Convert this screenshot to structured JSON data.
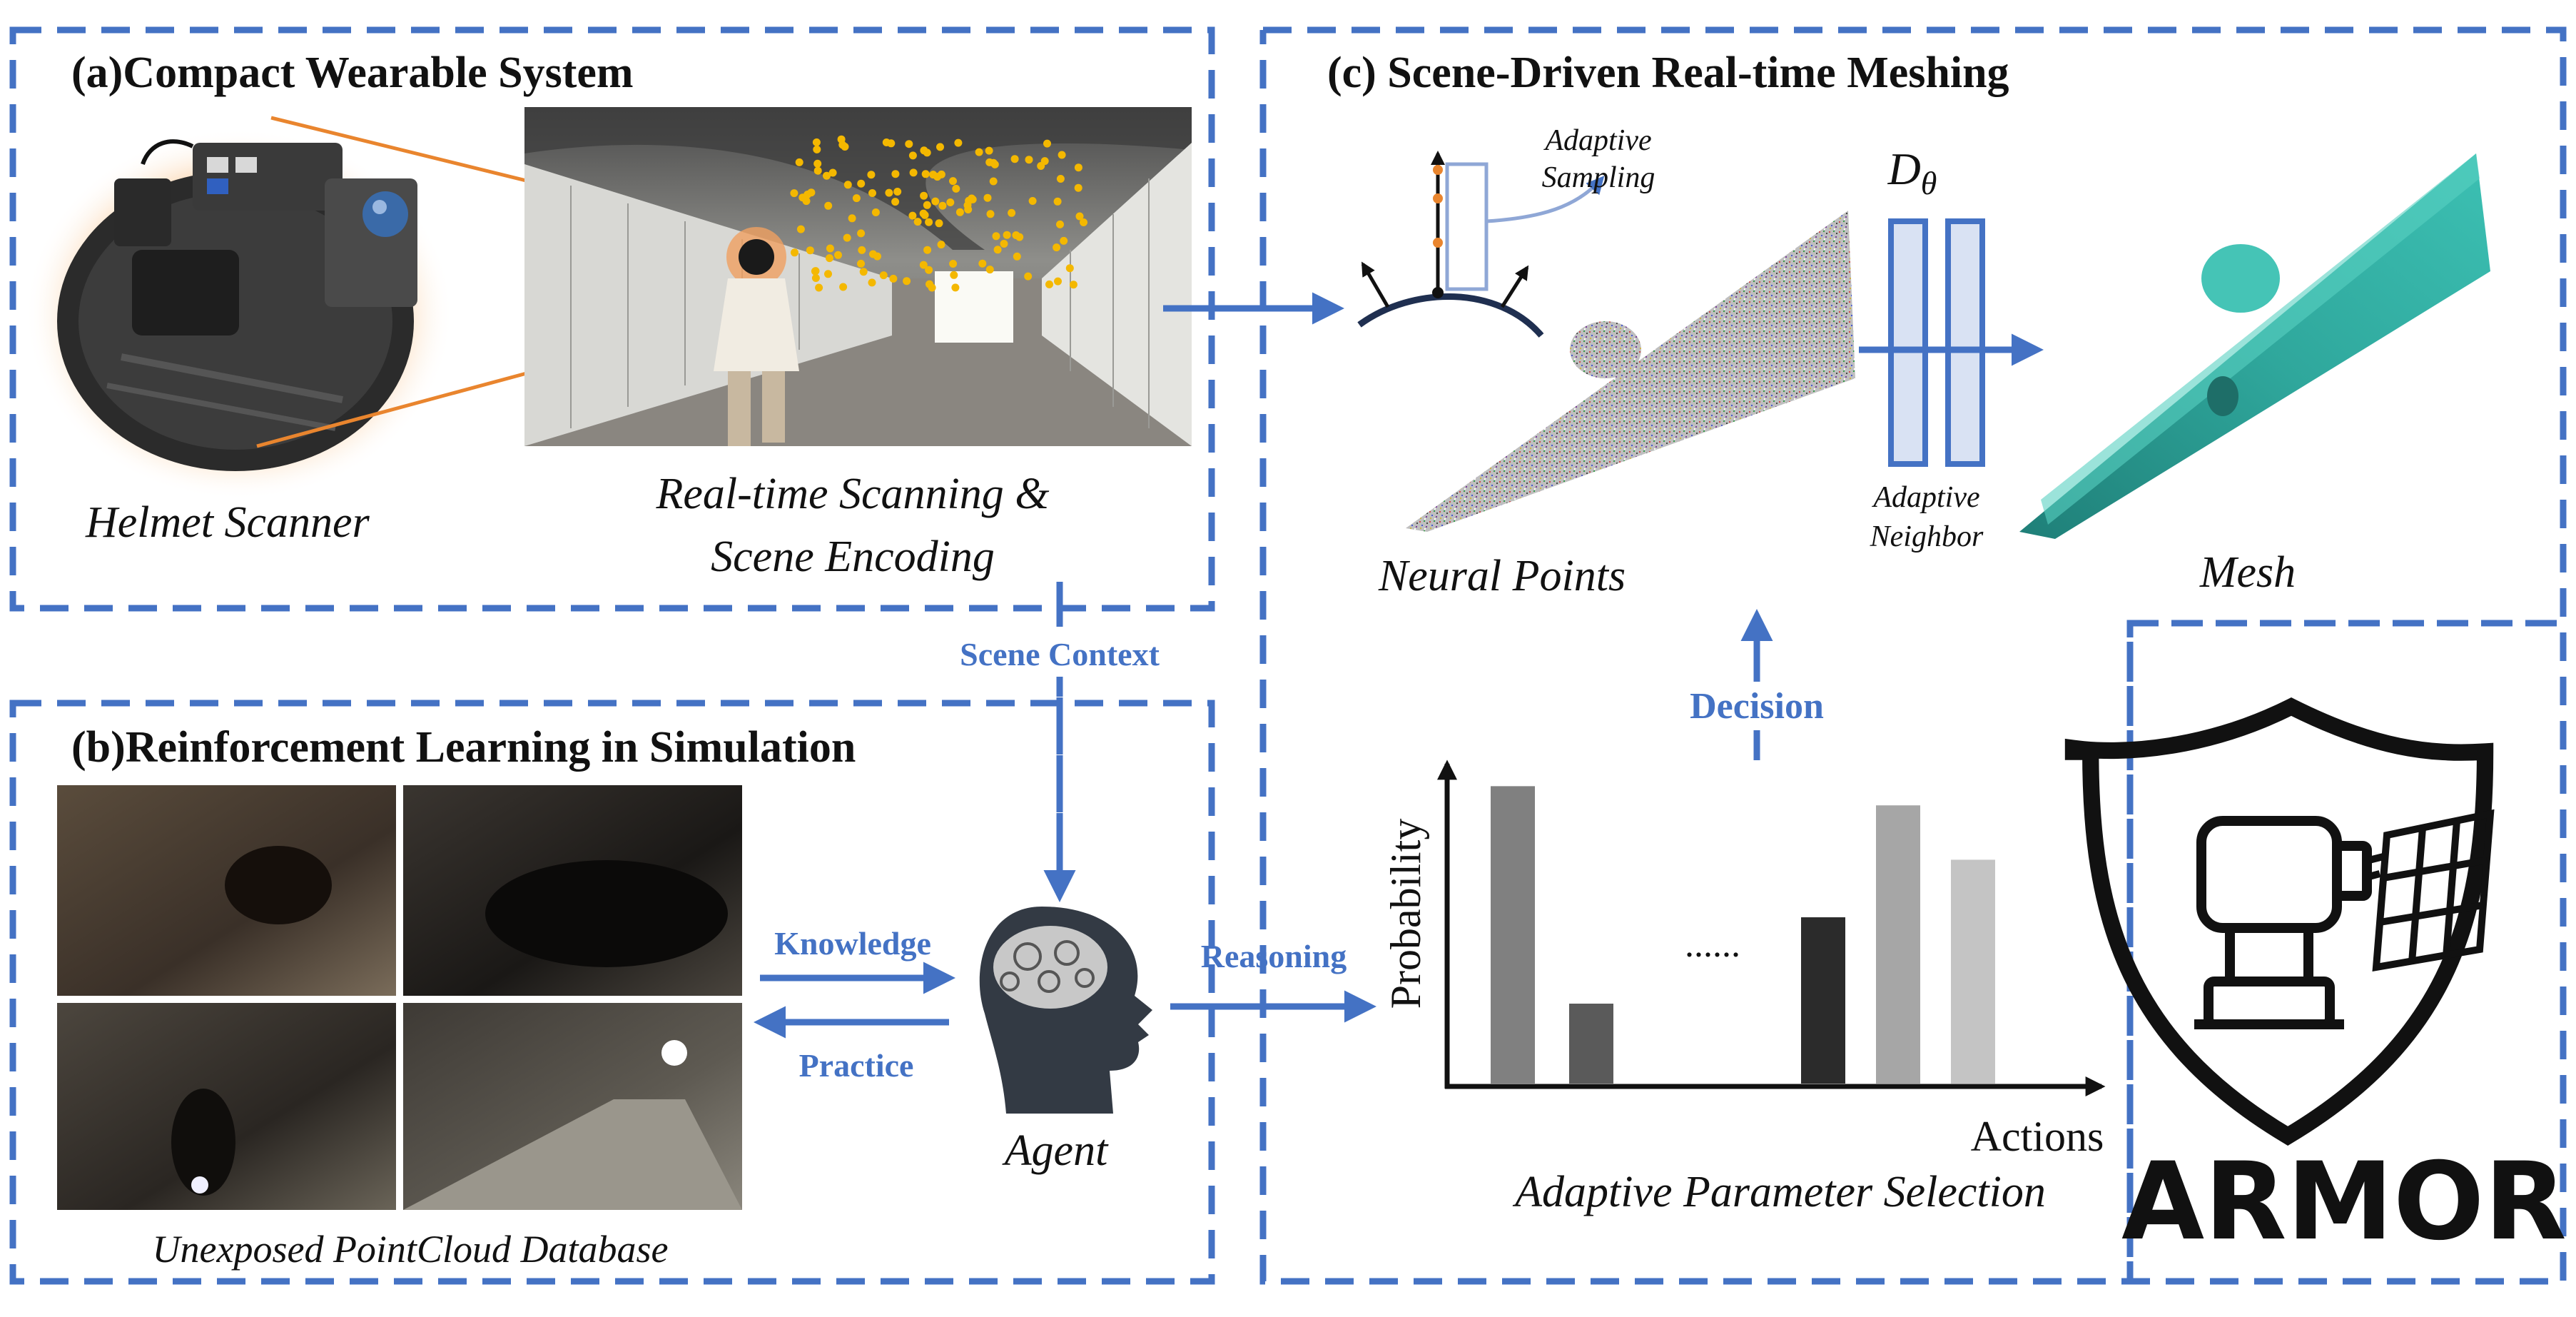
{
  "panel_a": {
    "title": "(a)Compact Wearable System",
    "helmet_label": "Helmet Scanner",
    "scan_label_line1": "Real-time Scanning &",
    "scan_label_line2": "Scene Encoding"
  },
  "panel_b": {
    "title": "(b)Reinforcement Learning in Simulation",
    "database_label": "Unexposed PointCloud Database",
    "knowledge_label": "Knowledge",
    "practice_label": "Practice",
    "agent_label": "Agent"
  },
  "panel_c": {
    "title": "(c) Scene-Driven Real-time Meshing",
    "adaptive_sampling_line1": "Adaptive",
    "adaptive_sampling_line2": "Sampling",
    "decoder_symbol": "D",
    "decoder_subscript": "θ",
    "adaptive_neighbor_line1": "Adaptive",
    "adaptive_neighbor_line2": "Neighbor",
    "neural_points_label": "Neural Points",
    "mesh_label": "Mesh"
  },
  "flow": {
    "scene_context_label": "Scene Context",
    "reasoning_label": "Reasoning",
    "decision_label": "Decision"
  },
  "chart": {
    "ylabel": "Probability",
    "xlabel": "Actions",
    "ellipsis": "......",
    "caption": "Adaptive Parameter Selection"
  },
  "chart_data": {
    "type": "bar",
    "title": "",
    "xlabel": "Actions",
    "ylabel": "Probability",
    "series": [
      {
        "values": [
          0.93,
          0.25,
          0.52,
          0.87,
          0.7
        ],
        "colors": [
          "#808080",
          "#5a5a5a",
          "#2b2b2b",
          "#a6a6a6",
          "#c4c4c4"
        ]
      }
    ],
    "ylim": [
      0,
      1
    ],
    "grid": false
  },
  "logo": {
    "text": "ARMOR"
  },
  "colors": {
    "accent_blue": "#4472c4",
    "dark_blue": "#1f2f50",
    "orange": "#f0a030",
    "mesh_teal": "#2a9d93"
  }
}
